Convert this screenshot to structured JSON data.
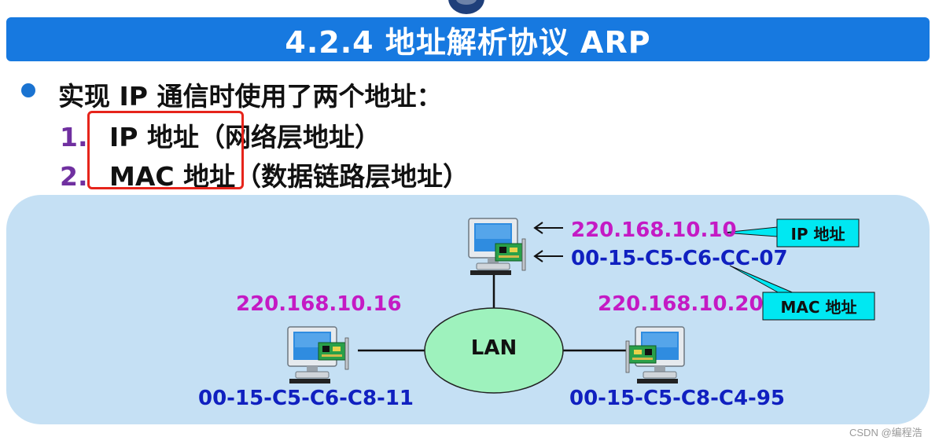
{
  "title": "4.2.4  地址解析协议 ARP",
  "intro": "实现 IP 通信时使用了两个地址：",
  "items": [
    {
      "num": "1.",
      "text": "IP 地址（网络层地址）"
    },
    {
      "num": "2.",
      "text": "MAC 地址（数据链路层地址）"
    }
  ],
  "diagram": {
    "lan_label": "LAN",
    "hosts": {
      "top": {
        "ip": "220.168.10.10",
        "mac": "00-15-C5-C6-CC-07"
      },
      "left": {
        "ip": "220.168.10.16",
        "mac": "00-15-C5-C6-C8-11"
      },
      "right": {
        "ip": "220.168.10.20",
        "mac": "00-15-C5-C8-C4-95"
      }
    },
    "callouts": {
      "ip": "IP 地址",
      "mac": "MAC 地址"
    }
  },
  "watermark": "CSDN @编程浩",
  "colors": {
    "title_bar": "#1779e0",
    "ip_text": "#c41ac4",
    "mac_text": "#1020c0",
    "number": "#7030a0",
    "panel": "#c5e0f4",
    "lan_ellipse": "#9ef2bd",
    "callout": "#00e8f2",
    "highlight_box": "#e6241b"
  },
  "icons": [
    "computer-icon",
    "network-card-icon",
    "arrow-left-icon",
    "bullet-icon"
  ]
}
